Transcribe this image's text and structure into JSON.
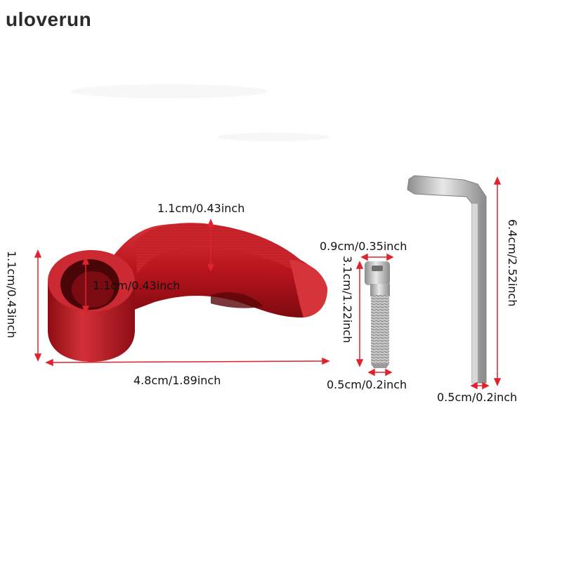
{
  "brand": {
    "text": "uloverun"
  },
  "colors": {
    "arrow": "#e0232e",
    "part": "#b8141c",
    "metal": "#b0b0b0",
    "text": "#111111"
  },
  "dimensions": {
    "hook_top_width": "1.1cm/0.43inch",
    "hook_ring_inner": "1.1cm/0.43inch",
    "hook_height": "1.1cm/0.43inch",
    "hook_length": "4.8cm/1.89inch",
    "screw_head": "0.9cm/0.35inch",
    "screw_length": "3.1cm/1.22inch",
    "screw_shaft": "0.5cm/0.2inch",
    "wrench_length": "6.4cm/2.52inch",
    "wrench_width": "0.5cm/0.2inch"
  }
}
